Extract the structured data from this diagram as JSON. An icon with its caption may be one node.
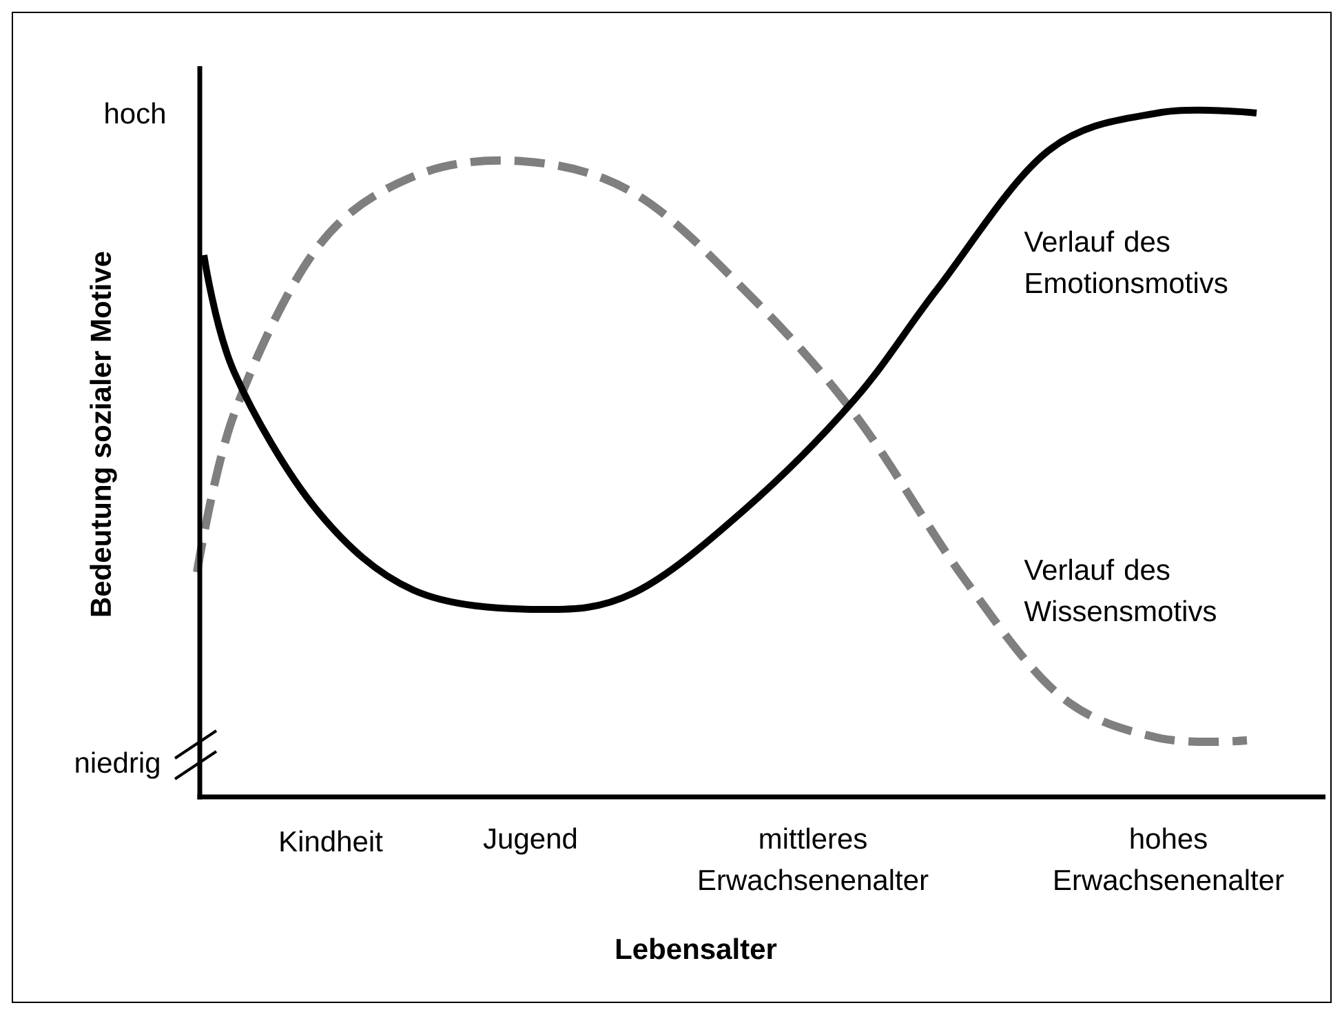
{
  "diagram": {
    "labels": [
      "hoch",
      "Bedeutung sozialer Motive",
      "Verlauf des Emotionsmotivs",
      "Verlauf des Wissensmotivs",
      "niedrig",
      "Kindheit",
      "Jugend",
      "mittleres Erwachsenenalter",
      "hohes Erwachsenenalter",
      "Lebensalter"
    ]
  }
}
